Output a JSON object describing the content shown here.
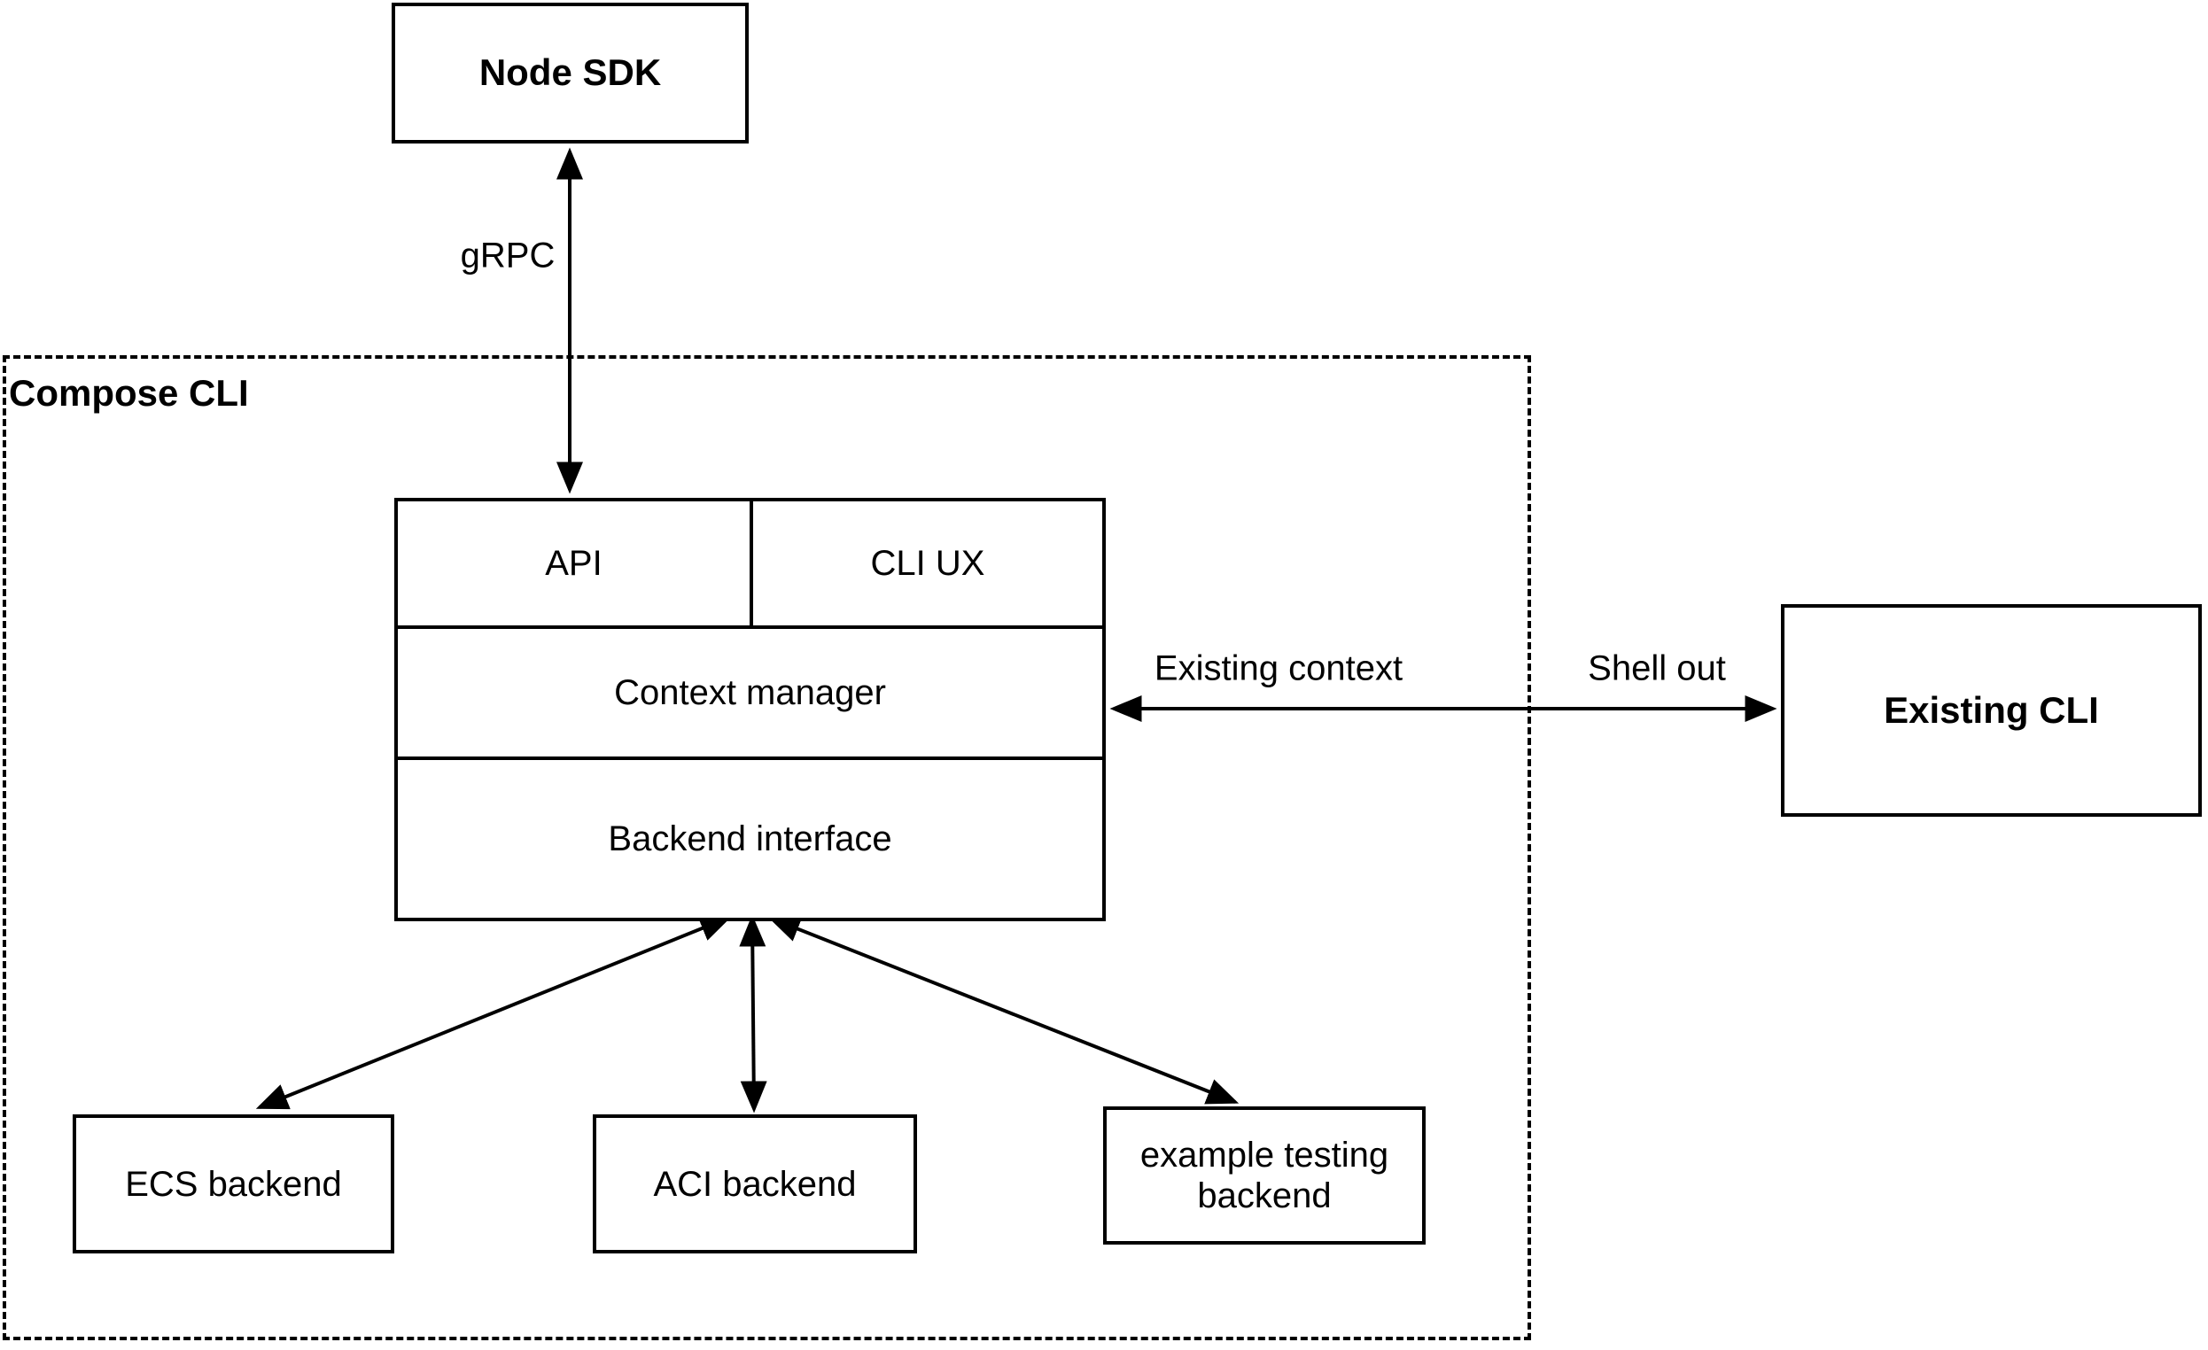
{
  "diagram": {
    "nodes": {
      "node_sdk": {
        "label": "Node SDK"
      },
      "compose_cli_group": {
        "label": "Compose CLI"
      },
      "api": {
        "label": "API"
      },
      "cli_ux": {
        "label": "CLI UX"
      },
      "context_manager": {
        "label": "Context manager"
      },
      "backend_interface": {
        "label": "Backend interface"
      },
      "existing_cli": {
        "label": "Existing CLI"
      },
      "ecs_backend": {
        "label": "ECS backend"
      },
      "aci_backend": {
        "label": "ACI backend"
      },
      "example_testing_backend": {
        "label": "example testing backend"
      }
    },
    "edges": {
      "grpc": {
        "label": "gRPC"
      },
      "existing_context": {
        "label": "Existing context"
      },
      "shell_out": {
        "label": "Shell out"
      }
    },
    "colors": {
      "stroke": "#000000",
      "background": "#ffffff",
      "text": "#000000"
    }
  }
}
